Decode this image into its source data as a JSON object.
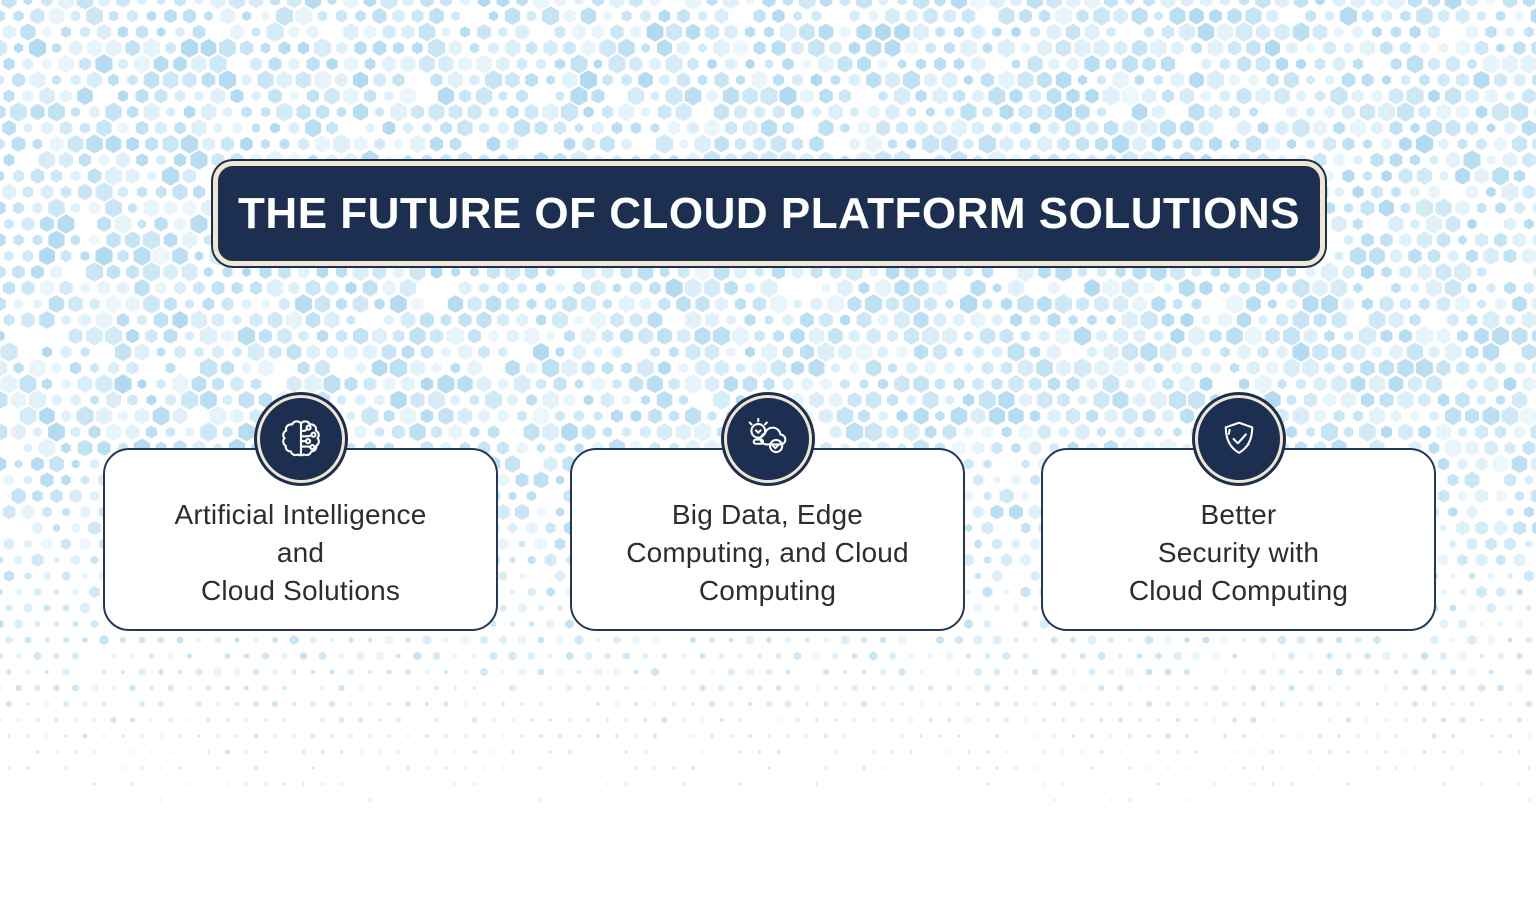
{
  "title": {
    "text": "THE FUTURE OF CLOUD PLATFORM SOLUTIONS"
  },
  "cards": [
    {
      "icon": "ai-brain-icon",
      "lines": [
        "Artificial Intelligence",
        "and",
        "Cloud Solutions"
      ]
    },
    {
      "icon": "big-data-edge-cloud-icon",
      "lines": [
        "Big Data, Edge",
        "Computing, and Cloud",
        "Computing"
      ]
    },
    {
      "icon": "security-shield-check-icon",
      "lines": [
        "Better",
        "Security with",
        "Cloud Computing"
      ]
    }
  ],
  "colors": {
    "navy": "#1d2f51",
    "cream_ring": "#efe7d2",
    "card_border": "#24365c",
    "body_text": "#2d2d2d",
    "title_text": "#ffffff",
    "hex_pattern_blue": "#6cb9e3",
    "background": "#ffffff"
  }
}
